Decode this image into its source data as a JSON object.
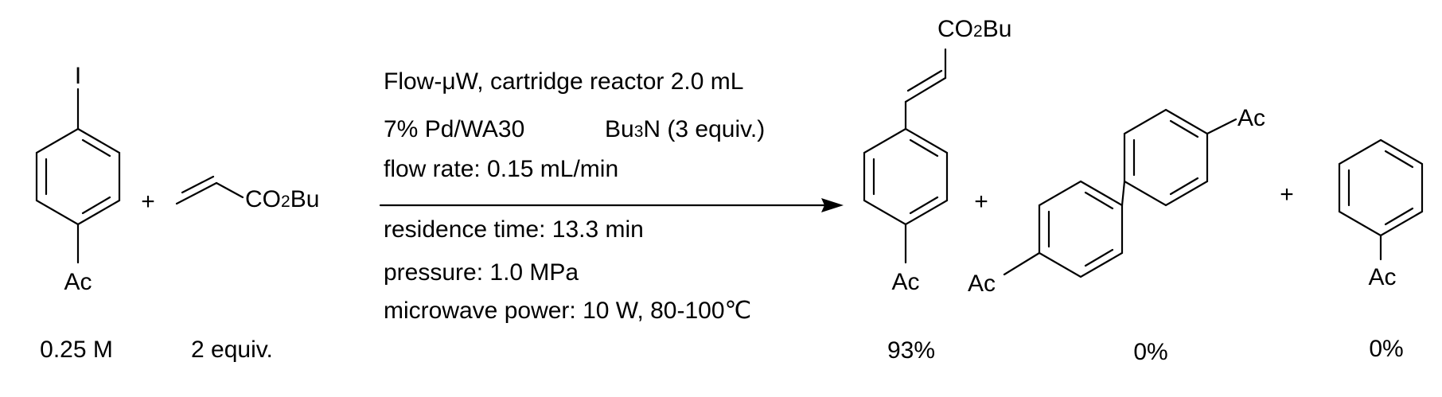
{
  "reactants": [
    {
      "substituent_top": "I",
      "substituent_bottom": "Ac",
      "amount": "0.25 M"
    },
    {
      "group": "CO2Bu",
      "amount": "2 equiv."
    }
  ],
  "plus_sign": "+",
  "conditions": {
    "above_arrow": [
      "Flow-μW, cartridge reactor 2.0 mL",
      "7% Pd/WA30",
      "Bu3N (3 equiv.)",
      "flow rate: 0.15 mL/min"
    ],
    "below_arrow": [
      "residence time: 13.3 min",
      "pressure: 1.0 MPa",
      "microwave power: 10 W, 80-100",
      "℃"
    ]
  },
  "products": [
    {
      "group_top": "CO2Bu",
      "substituent_bottom": "Ac",
      "yield": "93%"
    },
    {
      "substituent_left": "Ac",
      "substituent_right": "Ac",
      "yield": "0%"
    },
    {
      "substituent_bottom": "Ac",
      "yield": "0%"
    }
  ]
}
